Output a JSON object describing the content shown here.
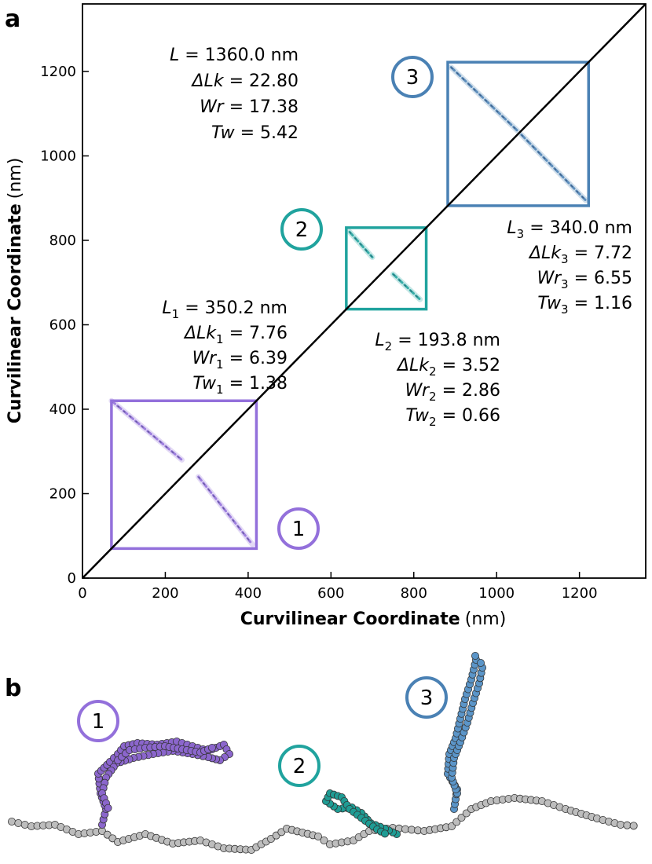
{
  "panels": {
    "a": "a",
    "b": "b"
  },
  "chart_data": {
    "type": "heatmap",
    "xlabel_bold": "Curvilinear Coordinate",
    "xlabel_unit": "(nm)",
    "ylabel_bold": "Curvilinear Coordinate",
    "ylabel_unit": "(nm)",
    "xlim": [
      0,
      1360
    ],
    "ylim": [
      0,
      1360
    ],
    "xticks": [
      0,
      200,
      400,
      600,
      800,
      1000,
      1200
    ],
    "yticks": [
      0,
      200,
      400,
      600,
      800,
      1000,
      1200
    ],
    "diagonal": true,
    "global_stats": {
      "lines": [
        {
          "sym": "L",
          "sub": "",
          "val": " = 1360.0 nm"
        },
        {
          "sym": "ΔLk",
          "sub": "",
          "val": " = 22.80"
        },
        {
          "sym": "Wr",
          "sub": "",
          "val": " = 17.38"
        },
        {
          "sym": "Tw",
          "sub": "",
          "val": " = 5.42"
        }
      ]
    },
    "regions": [
      {
        "id": "1",
        "color": "#9370db",
        "range": [
          70,
          420
        ],
        "contact_segments": [
          [
            70,
            420,
            240,
            280
          ],
          [
            280,
            240,
            410,
            80
          ]
        ],
        "stats": [
          {
            "sym": "L",
            "sub": "1",
            "val": " = 350.2 nm"
          },
          {
            "sym": "ΔLk",
            "sub": "1",
            "val": " = 7.76"
          },
          {
            "sym": "Wr",
            "sub": "1",
            "val": " = 6.39"
          },
          {
            "sym": "Tw",
            "sub": "1",
            "val": " = 1.38"
          }
        ]
      },
      {
        "id": "2",
        "color": "#20a39e",
        "range": [
          637,
          830
        ],
        "contact_segments": [
          [
            645,
            820,
            700,
            760
          ],
          [
            750,
            720,
            815,
            660
          ]
        ],
        "stats": [
          {
            "sym": "L",
            "sub": "2",
            "val": " = 193.8 nm"
          },
          {
            "sym": "ΔLk",
            "sub": "2",
            "val": " = 3.52"
          },
          {
            "sym": "Wr",
            "sub": "2",
            "val": " = 2.86"
          },
          {
            "sym": "Tw",
            "sub": "2",
            "val": " = 0.66"
          }
        ]
      },
      {
        "id": "3",
        "color": "#4a81b4",
        "range": [
          882,
          1222
        ],
        "contact_segments": [
          [
            890,
            1210,
            1050,
            1060
          ],
          [
            1060,
            1050,
            1215,
            895
          ]
        ],
        "stats": [
          {
            "sym": "L",
            "sub": "3",
            "val": " = 340.0 nm"
          },
          {
            "sym": "ΔLk",
            "sub": "3",
            "val": " = 7.72"
          },
          {
            "sym": "Wr",
            "sub": "3",
            "val": " = 6.55"
          },
          {
            "sym": "Tw",
            "sub": "3",
            "val": " = 1.16"
          }
        ]
      }
    ]
  },
  "panel_b": {
    "colors": {
      "backbone": "#bdbdbd",
      "region1": "#8b66cc",
      "region2": "#1f9c94",
      "region3": "#5b95c8"
    }
  }
}
